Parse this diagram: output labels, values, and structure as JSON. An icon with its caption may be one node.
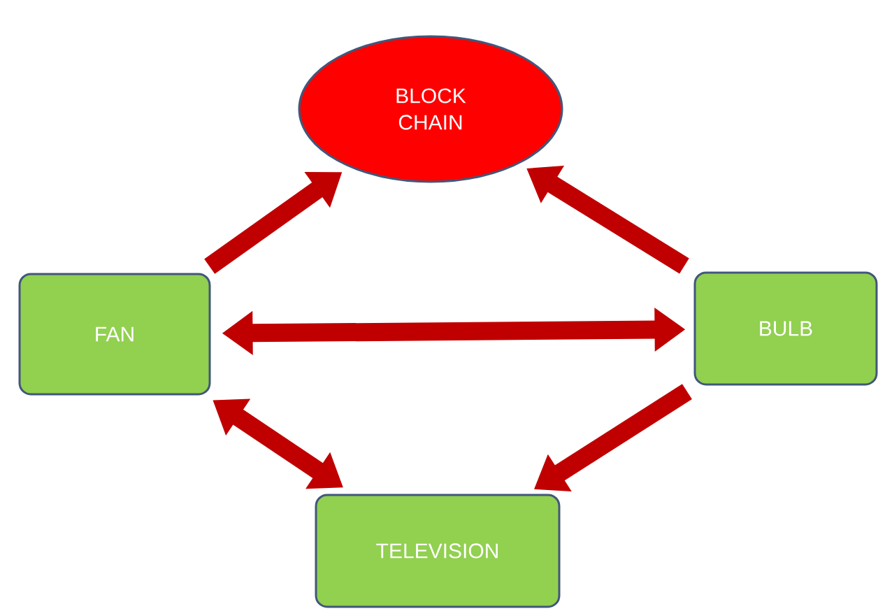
{
  "diagram": {
    "nodes": [
      {
        "text": [
          "BLOCK CHAIN"
        ]
      },
      {
        "text": [
          "FAN"
        ]
      },
      {
        "text": [
          "BULB"
        ]
      },
      {
        "text": [
          "TELEVISION"
        ]
      }
    ],
    "edges": [
      {
        "from": 1,
        "to": 0,
        "arrow": "to"
      },
      {
        "from": 2,
        "to": 0,
        "arrow": "to"
      },
      {
        "from": 1,
        "to": 2,
        "arrow": "both"
      },
      {
        "from": 2,
        "to": 3,
        "arrow": "to"
      },
      {
        "from": 3,
        "to": 1,
        "arrow": "both"
      }
    ]
  }
}
